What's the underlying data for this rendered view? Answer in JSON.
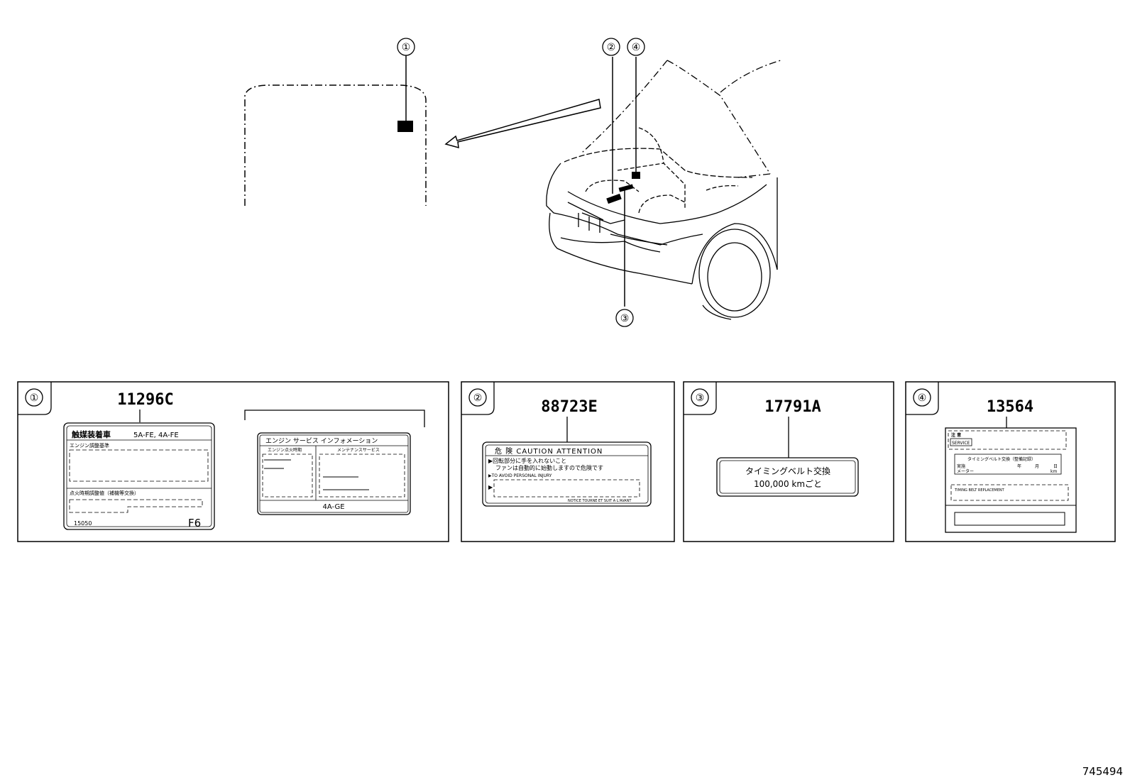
{
  "callouts": [
    "①",
    "②",
    "③",
    "④"
  ],
  "panels": [
    {
      "number": "①",
      "part": "11296C",
      "label_a": {
        "title": "触媒装着車",
        "engine": "5A-FE, 4A-FE",
        "row1": "エンジン調整基準",
        "row2": "点火時期調整値（補機等交換）",
        "code": "15050",
        "mark": "F6"
      },
      "label_b": {
        "header": "エンジン サービス インフォメーション",
        "col1": "エンジン点火時期",
        "col2": "メンテナンスサービス",
        "engine": "4A-GE"
      }
    },
    {
      "number": "②",
      "part": "88723E",
      "label": {
        "header": "危 険 CAUTION ATTENTION",
        "line1": "▶回転部分に手を入れないこと",
        "line2": "ファンは自動的に始動しますので危険です",
        "line3": "▶TO AVOID PERSONAL INJURY",
        "line4": "▶",
        "footer": "NOTICE TOURNE ET SUIT A L'AVANT"
      }
    },
    {
      "number": "③",
      "part": "17791A",
      "label": {
        "line1": "タイミングベルト交換",
        "line2": "100,000 kmごと"
      }
    },
    {
      "number": "④",
      "part": "13564",
      "label": {
        "tag1": "注 意",
        "tag2": "SERVICE",
        "line1": "タイミングベルト交換（整備記録）",
        "line2a": "実施",
        "line2b": "年",
        "line2c": "月",
        "line2d": "日",
        "line3a": "メーター",
        "line3b": "km",
        "line4": "TIMING BELT REPLACEMENT"
      }
    }
  ],
  "figure_number": "745494"
}
